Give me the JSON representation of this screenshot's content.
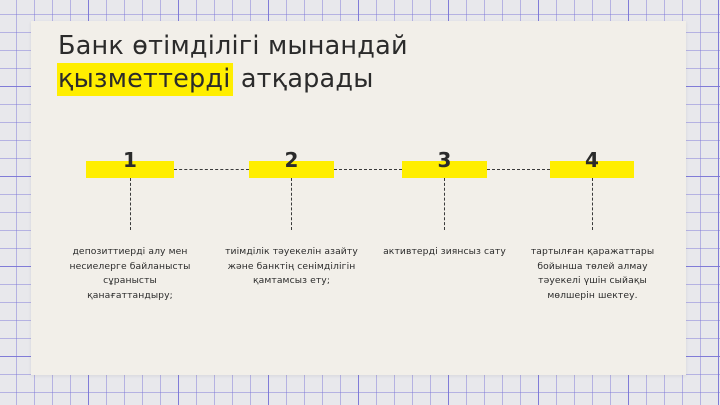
{
  "slide": {
    "title": {
      "line1": "Банк өтімділігі мынандай",
      "line2_highlight": "қызметтерді",
      "line2_rest": " атқарады"
    },
    "accent_color": "#ffee00",
    "card_color": "#f2efe9",
    "grid_line_color": "#7872d6",
    "text_color": "#2b2b2b",
    "steps": [
      {
        "number": "1",
        "description": "депозиттиерді алу мен несиелерге байланысты сұранысты қанағаттандыру;"
      },
      {
        "number": "2",
        "description": "тиімділік тәуекелін азайту және банктің сенімділігін қамтамсыз ету;"
      },
      {
        "number": "3",
        "description": "активтерді зиянсыз сату"
      },
      {
        "number": "4",
        "description": "тартылған қаражаттары бойынша төлей алмау тәуекелі үшін сыйақы мөлшерін шектеу."
      }
    ]
  }
}
